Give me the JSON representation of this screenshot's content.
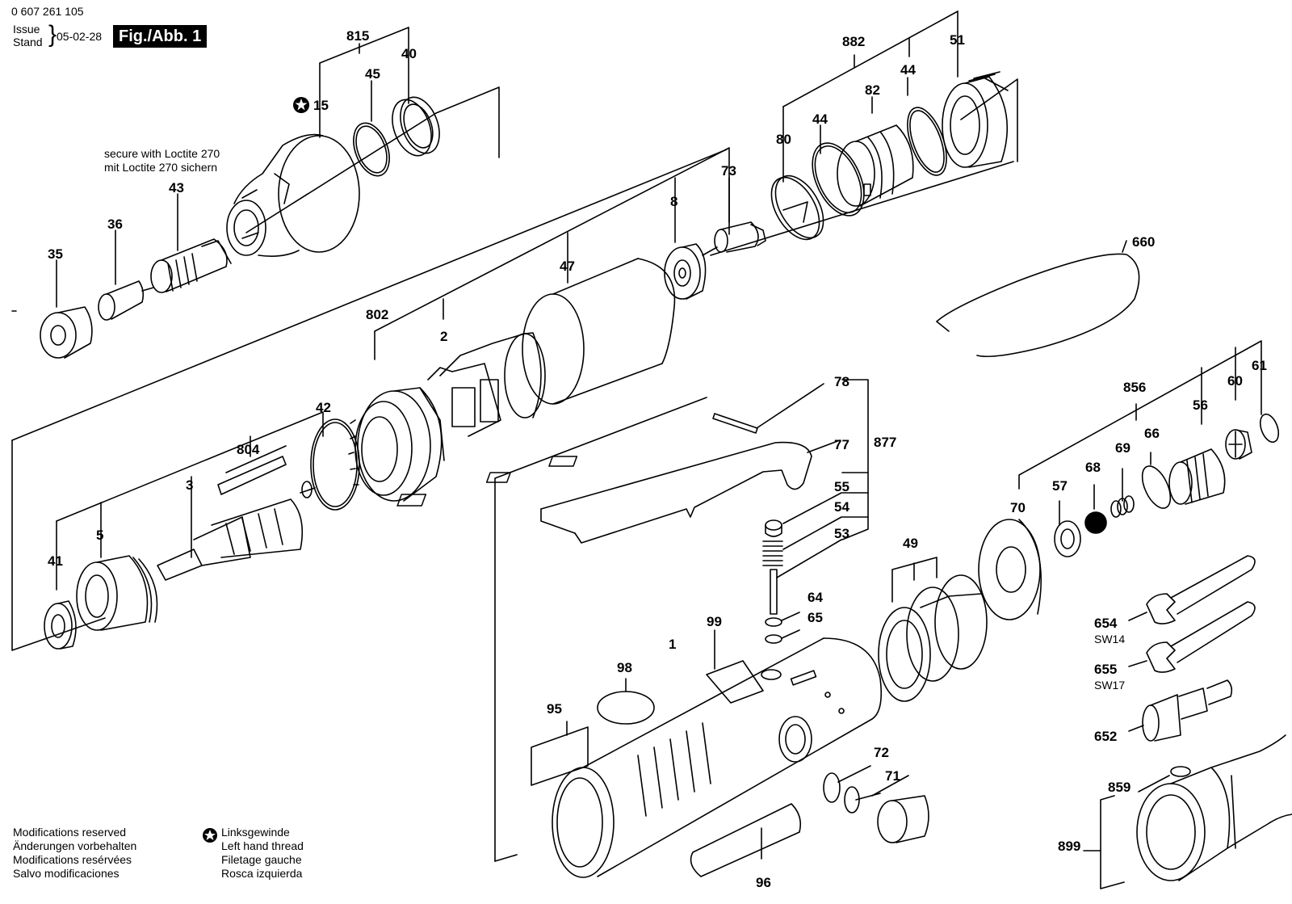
{
  "header": {
    "part_number": "0 607 261 105",
    "issue_label": "Issue",
    "stand_label": "Stand",
    "brace": "}",
    "date": "05-02-28",
    "figure": "Fig./Abb. 1"
  },
  "notes": {
    "loctite": [
      "secure with Loctite 270",
      "mit Loctite 270 sichern"
    ],
    "modifications": [
      "Modifications reserved",
      "Änderungen vorbehalten",
      "Modifications resérvées",
      "Salvo modificaciones"
    ],
    "left_hand_thread": [
      "Linksgewinde",
      "Left hand thread",
      "Filetage gauche",
      "Rosca izquierda"
    ]
  },
  "callouts": {
    "815": "815",
    "45": "45",
    "40": "40",
    "15": "15",
    "43": "43",
    "36": "36",
    "35": "35",
    "882": "882",
    "51": "51",
    "44a": "44",
    "82": "82",
    "44b": "44",
    "80": "80",
    "73": "73",
    "8": "8",
    "47": "47",
    "802": "802",
    "2": "2",
    "42": "42",
    "804": "804",
    "3": "3",
    "5": "5",
    "41": "41",
    "660": "660",
    "78": "78",
    "77": "77",
    "877": "877",
    "55": "55",
    "54": "54",
    "53": "53",
    "64": "64",
    "65": "65",
    "49": "49",
    "99": "99",
    "98": "98",
    "1": "1",
    "95": "95",
    "72": "72",
    "71": "71",
    "96": "96",
    "856": "856",
    "61": "61",
    "60": "60",
    "56": "56",
    "66": "66",
    "69": "69",
    "68": "68",
    "57": "57",
    "70": "70",
    "654": "654",
    "655": "655",
    "652": "652",
    "859": "859",
    "899": "899",
    "sw14": "SW14",
    "sw17": "SW17"
  }
}
